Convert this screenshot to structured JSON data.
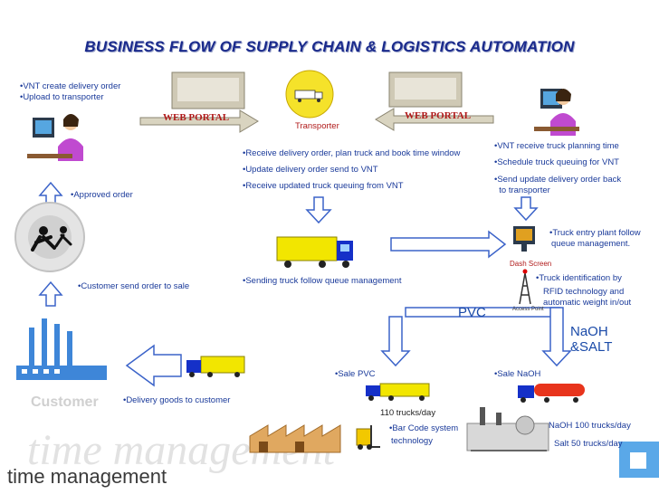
{
  "title": "BUSINESS FLOW OF SUPPLY CHAIN & LOGISTICS AUTOMATION",
  "vnt_create": [
    "•VNT create delivery order",
    "•Upload to transporter"
  ],
  "web_portal_left": "WEB PORTAL",
  "web_portal_right": "WEB PORTAL",
  "transporter": "Transporter",
  "transporter_tasks": [
    "•Receive delivery order, plan truck and book time window",
    "•Update delivery order send to VNT",
    "•Receive updated truck queuing from VNT"
  ],
  "vnt_receive": [
    "•VNT receive truck planning time",
    "•Schedule truck queuing for VNT",
    "•Send update delivery order back",
    "  to transporter"
  ],
  "approved_order": "•Approved order",
  "truck_entry": [
    "•Truck entry plant follow",
    "queue management."
  ],
  "dash_screen": "Dash Screen",
  "sending_truck": "•Sending truck follow queue management",
  "truck_identification": [
    "•Truck identification by",
    "RFID technology and",
    "automatic weight in/out"
  ],
  "access_point": "Access Point",
  "customer_send": "•Customer send order to sale",
  "pvc": "PVC",
  "naoh_salt": [
    "NaOH",
    "&SALT"
  ],
  "sale_pvc": "•Sale PVC",
  "sale_naoh": "•Sale NaOH",
  "delivery_goods": "•Delivery goods to customer",
  "customer_label": "Customer",
  "trucks_day": "110 trucks/day",
  "barcode": [
    "•Bar Code system",
    "technology"
  ],
  "naoh_trucks": "NaOH 100 trucks/day",
  "salt_trucks": "Salt 50 trucks/day",
  "footer": "time management",
  "watermark": "time management",
  "colors": {
    "title": "#1a2a8c",
    "text": "#1a3a9a",
    "truck_body": "#f2e600",
    "truck_cab": "#1530c8",
    "arrow": "#3b63c9",
    "tanker": "#e8341c"
  }
}
